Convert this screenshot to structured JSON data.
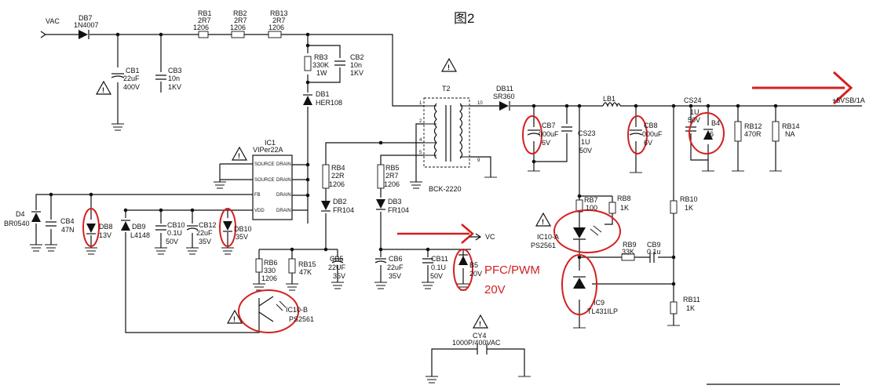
{
  "figure_title": "图2",
  "annotations": {
    "pfc_pwm": "PFC/PWM",
    "pfc_voltage": "20V"
  },
  "nets": {
    "vac": "VAC",
    "vc": "VC",
    "output": "+5VSB/1A"
  },
  "components": {
    "db7": {
      "ref": "DB7",
      "value": "1N4007"
    },
    "rb1": {
      "ref": "RB1",
      "value": "2R7",
      "package": "1206"
    },
    "rb2": {
      "ref": "RB2",
      "value": "2R7",
      "package": "1206"
    },
    "rb13": {
      "ref": "RB13",
      "value": "2R7",
      "package": "1206"
    },
    "cb1": {
      "ref": "CB1",
      "value": "22uF",
      "voltage": "400V"
    },
    "cb3": {
      "ref": "CB3",
      "value": "10n",
      "voltage": "1KV"
    },
    "rb3": {
      "ref": "RB3",
      "value": "330K",
      "power": "1W"
    },
    "cb2": {
      "ref": "CB2",
      "value": "10n",
      "voltage": "1KV"
    },
    "db1": {
      "ref": "DB1",
      "value": "HER108"
    },
    "ic1": {
      "ref": "IC1",
      "value": "VIPer22A",
      "pins_left": [
        "SOURCE",
        "SOURCE",
        "FB",
        "VDD"
      ],
      "pins_right": [
        "DRAIN",
        "DRAIN",
        "DRAIN",
        "DRAIN"
      ]
    },
    "t2": {
      "ref": "T2",
      "value": "BCK-2220",
      "pins": [
        "1",
        "2",
        "4",
        "5",
        "10",
        "9"
      ]
    },
    "db11": {
      "ref": "DB11",
      "value": "SR360"
    },
    "lb1": {
      "ref": "LB1"
    },
    "cb7": {
      "ref": "CB7",
      "value": "000uF",
      "voltage": "6V"
    },
    "cs23": {
      "ref": "CS23",
      "value": "1U",
      "voltage": "50V"
    },
    "cb8": {
      "ref": "CB8",
      "value": "000uF",
      "voltage": "6V"
    },
    "cs24": {
      "ref": "CS24",
      "value": "1U",
      "voltage": "50V"
    },
    "b4": {
      "ref": "B4",
      "value": "6"
    },
    "rb12": {
      "ref": "RB12",
      "value": "470R"
    },
    "rb14": {
      "ref": "RB14",
      "value": "NA"
    },
    "rb4": {
      "ref": "RB4",
      "value": "22R",
      "package": "1206"
    },
    "db2": {
      "ref": "DB2",
      "value": "FR104"
    },
    "rb5": {
      "ref": "RB5",
      "value": "2R7",
      "package": "1206"
    },
    "db3": {
      "ref": "DB3",
      "value": "FR104"
    },
    "d4": {
      "ref": "D4",
      "value": "BR0540"
    },
    "cb4": {
      "ref": "CB4",
      "value": "47N"
    },
    "db8": {
      "ref": "DB8",
      "value": "13V"
    },
    "db9": {
      "ref": "DB9",
      "value": "L4148"
    },
    "cb10": {
      "ref": "CB10",
      "value": "0.1U",
      "voltage": "50V"
    },
    "cb12": {
      "ref": "CB12",
      "value": "22uF",
      "voltage": "35V"
    },
    "db10": {
      "ref": "DB10",
      "value": "35V"
    },
    "rb6": {
      "ref": "RB6",
      "value": "330",
      "package": "1206"
    },
    "rb15": {
      "ref": "RB15",
      "value": "47K"
    },
    "cb5": {
      "ref": "CB5",
      "value": "22UF",
      "voltage": "35V"
    },
    "cb6": {
      "ref": "CB6",
      "value": "22uF",
      "voltage": "35V"
    },
    "cb11": {
      "ref": "CB11",
      "value": "0.1U",
      "voltage": "50V"
    },
    "b5": {
      "ref": "B5",
      "value": "20V"
    },
    "ic10b": {
      "ref": "IC10-B",
      "value": "PS2561"
    },
    "rb7": {
      "ref": "RB7",
      "value": "100"
    },
    "rb8": {
      "ref": "RB8",
      "value": "1K"
    },
    "ic10a": {
      "ref": "IC10-A",
      "value": "PS2561"
    },
    "rb9": {
      "ref": "RB9",
      "value": "33K"
    },
    "cb9": {
      "ref": "CB9",
      "value": "0.1u"
    },
    "ic9": {
      "ref": "IC9",
      "value": "TL431ILP"
    },
    "rb10": {
      "ref": "RB10",
      "value": "1K"
    },
    "rb11": {
      "ref": "RB11",
      "value": "1K"
    },
    "cy4": {
      "ref": "CY4",
      "value": "1000P/400VAC"
    }
  },
  "warning_symbol": "!",
  "colors": {
    "ink": "#111111",
    "highlight": "#d42020"
  }
}
